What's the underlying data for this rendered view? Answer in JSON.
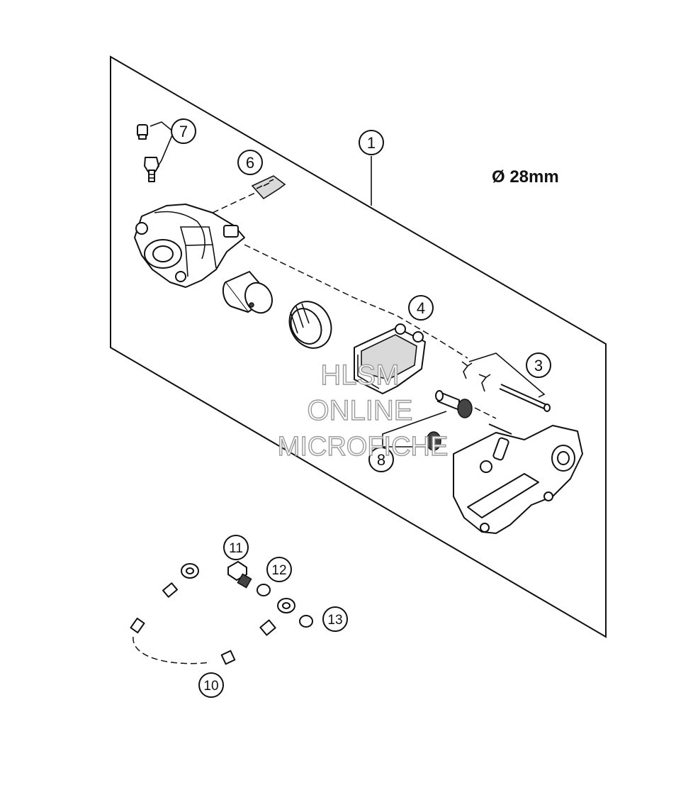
{
  "spec": {
    "piston_diameter": "Ø 28mm"
  },
  "callouts": {
    "c1": "1",
    "c3": "3",
    "c4": "4",
    "c6": "6",
    "c7": "7",
    "c8": "8",
    "c10": "10",
    "c11": "11",
    "c12": "12",
    "c13": "13"
  },
  "watermark": {
    "line1": "HLSM",
    "line2": "ONLINE",
    "line3": "MICROFICHE"
  }
}
